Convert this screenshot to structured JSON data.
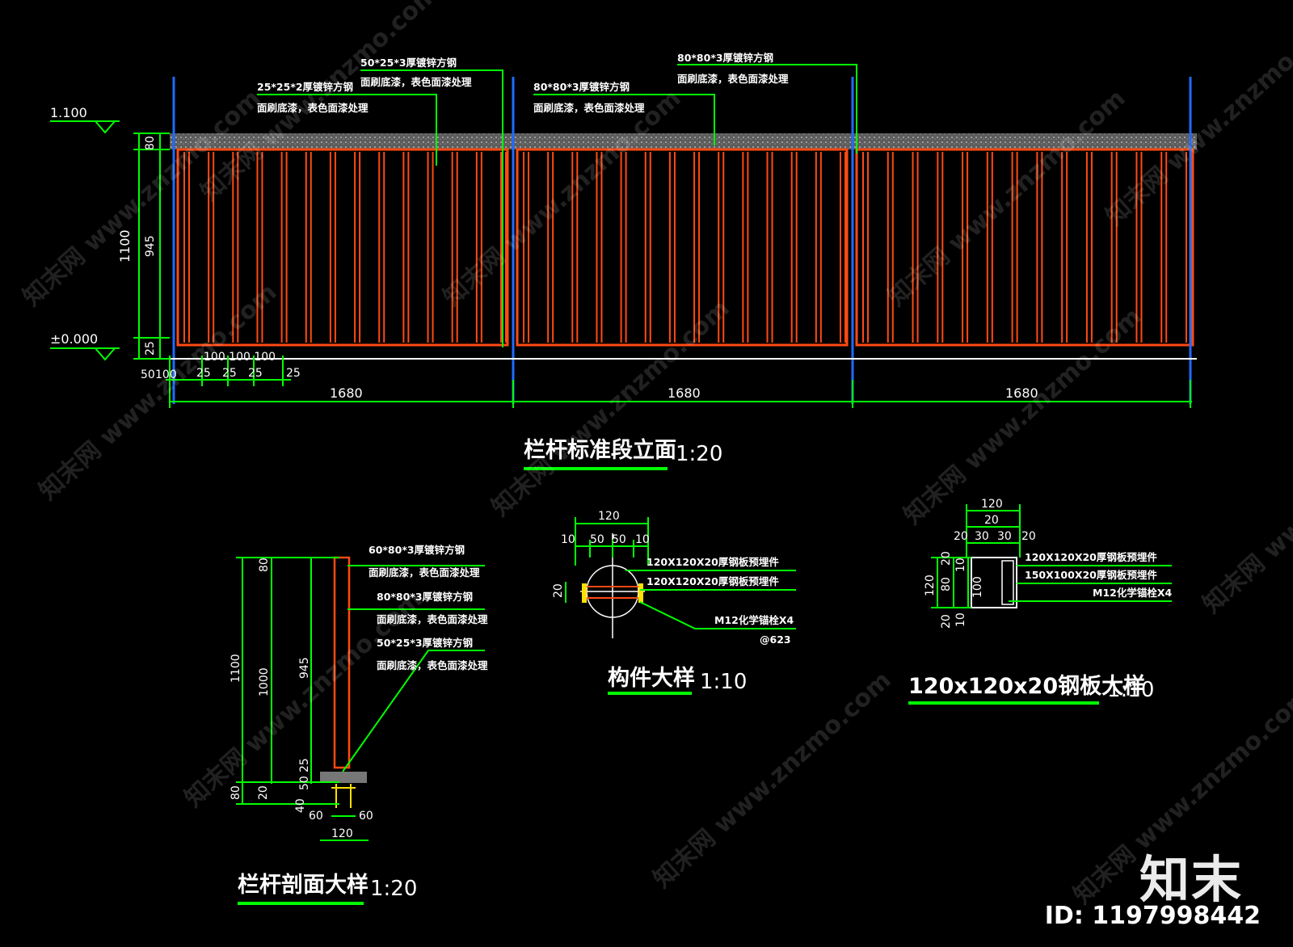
{
  "drawing": {
    "elevation": {
      "title": "栏杆标准段立面",
      "scale": "1:20",
      "level_top": "1.100",
      "level_bottom": "±0.000",
      "dim_total_height": "1100",
      "dim_heights": [
        "80",
        "945",
        "25"
      ],
      "dim_bottom_small": [
        "50",
        "100",
        "25",
        "25",
        "25",
        "25"
      ],
      "dim_spacing": "100 100 100",
      "dim_spans": [
        "1680",
        "1680",
        "1680"
      ],
      "callouts": [
        {
          "line1": "25*25*2厚镀锌方钢",
          "line2": "面刷底漆，表色面漆处理"
        },
        {
          "line1": "50*25*3厚镀锌方钢",
          "line2": "面刷底漆，表色面漆处理"
        },
        {
          "line1": "80*80*3厚镀锌方钢",
          "line2": "面刷底漆，表色面漆处理"
        },
        {
          "line1": "80*80*3厚镀锌方钢",
          "line2": "面刷底漆，表色面漆处理"
        }
      ]
    },
    "section": {
      "title": "栏杆剖面大样",
      "scale": "1:20",
      "dims_left": [
        "1100",
        "1000",
        "945",
        "80",
        "80",
        "20",
        "50",
        "25",
        "40"
      ],
      "dims_bottom": [
        "60",
        "60",
        "120"
      ],
      "callouts": [
        "60*80*3厚镀锌方钢",
        "面刷底漆，表色面漆处理",
        "80*80*3厚镀锌方钢",
        "面刷底漆，表色面漆处理",
        "50*25*3厚镀锌方钢",
        "面刷底漆，表色面漆处理"
      ]
    },
    "component": {
      "title": "构件大样",
      "scale": "1:10",
      "dims_top": [
        "120",
        "10",
        "50",
        "50",
        "10"
      ],
      "dim_left": "20",
      "callouts": [
        "120X120X20厚钢板预埋件",
        "120X120X20厚钢板预埋件",
        "M12化学锚栓X4",
        "@623"
      ]
    },
    "plate": {
      "title": "120x120x20钢板大样",
      "scale": "1:10",
      "dims_top": [
        "120",
        "20",
        "20",
        "30",
        "30",
        "20"
      ],
      "dims_left": [
        "120",
        "20",
        "80",
        "20",
        "10",
        "100",
        "10"
      ],
      "callouts": [
        "120X120X20厚钢板预埋件",
        "150X100X20厚钢板预埋件",
        "M12化学锚栓X4"
      ]
    }
  },
  "watermark": {
    "text": "知末网 www.znzmo.com",
    "brand": "知末",
    "image_id": "ID: 1197998442"
  },
  "colors": {
    "background": "#000000",
    "dimension": "#00ff00",
    "rail": "#ff4a12",
    "post": "#1f6bff",
    "text": "#ffffff",
    "hatch": "#7a7a7a",
    "accent": "#ffe000"
  }
}
